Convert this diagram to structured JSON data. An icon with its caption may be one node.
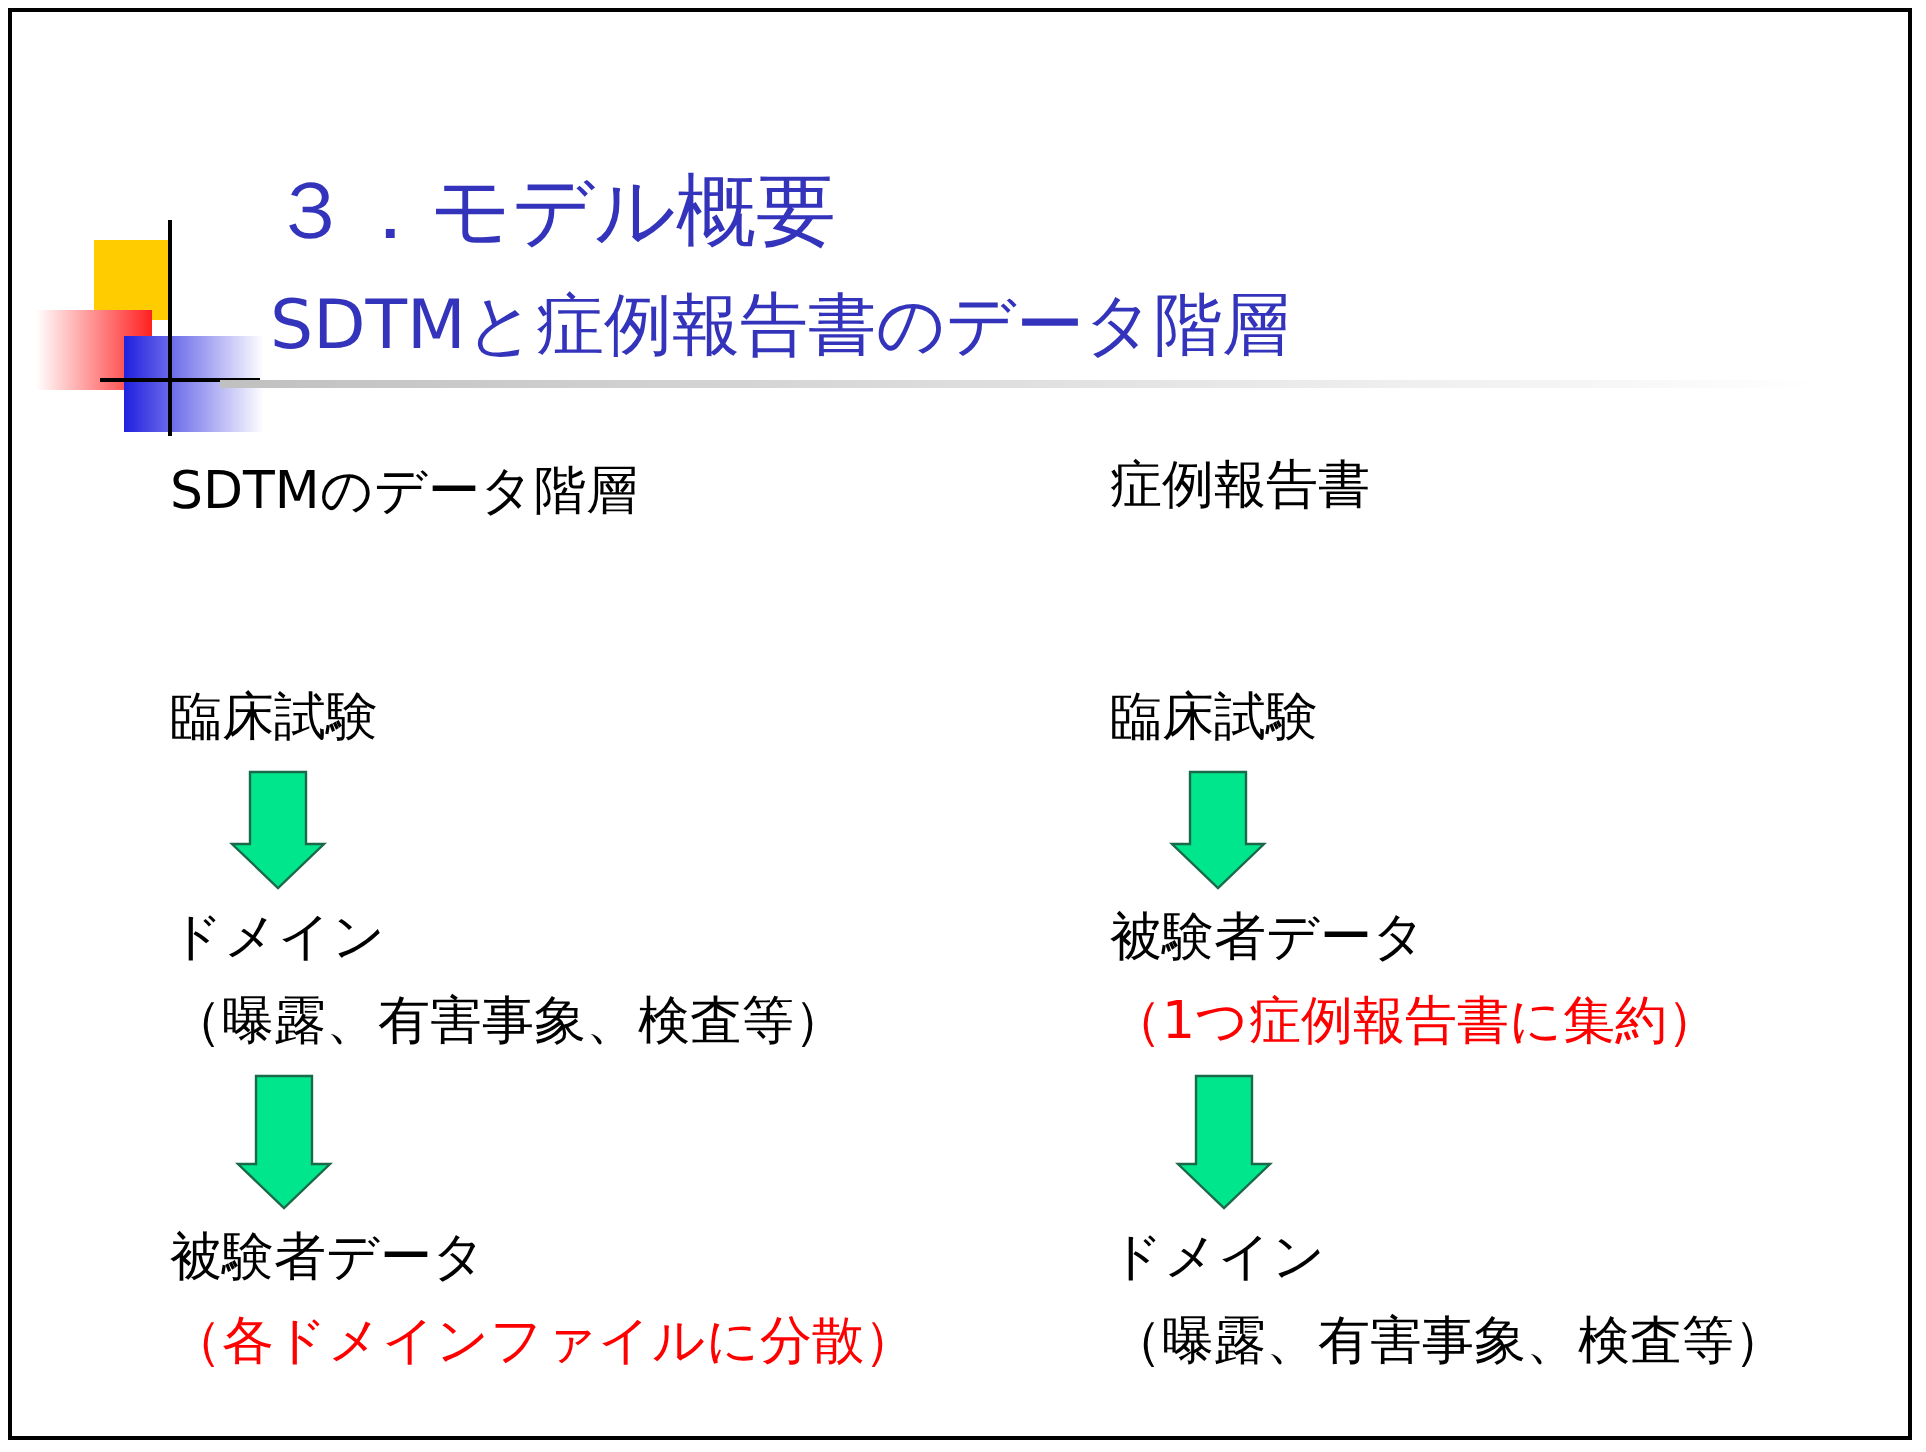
{
  "diagram": {
    "title": "３．モデル概要",
    "caption": "SDTMと症例報告書のデータ階層",
    "nodes": [
      {
        "text": [
          "臨床試験"
        ]
      },
      {
        "text": [
          "ドメイン",
          "（曝露、有害事象、検査等）"
        ]
      },
      {
        "text": [
          "被験者データ",
          "（各ドメインファイルに分散）"
        ]
      },
      {
        "text": [
          "臨床試験"
        ]
      },
      {
        "text": [
          "被験者データ",
          "（1つ症例報告書に集約）"
        ]
      },
      {
        "text": [
          "ドメイン",
          "（曝露、有害事象、検査等）"
        ]
      }
    ],
    "edges": [
      {
        "from": 0,
        "to": 1,
        "arrow": "to"
      },
      {
        "from": 1,
        "to": 2,
        "arrow": "to"
      },
      {
        "from": 3,
        "to": 4,
        "arrow": "to"
      },
      {
        "from": 4,
        "to": 5,
        "arrow": "to"
      }
    ],
    "labels": [
      "SDTMのデータ階層",
      "症例報告書"
    ]
  }
}
